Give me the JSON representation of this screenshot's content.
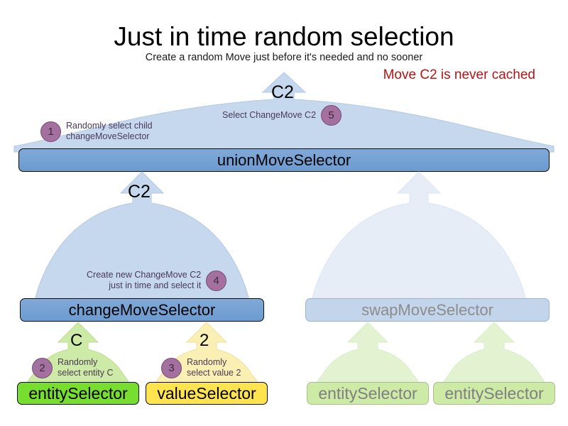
{
  "header": {
    "title": "Just in time random selection",
    "subtitle": "Create a random Move just before it's needed and no sooner",
    "note": "Move C2 is never cached",
    "note_color": "#b61414"
  },
  "colors": {
    "active_box": "#6c9bd0",
    "faded_box": "#c3d5ea",
    "funnel_active": "#c6d8ee",
    "funnel_faded": "#e6edf7",
    "leaf_green": "#77dd2e",
    "leaf_yellow": "#ffe34f",
    "funnel_green": "#cdeaa6",
    "funnel_yellow": "#fbf0b4",
    "leaf_faded": "#cdeaa6",
    "badge": "#a3709f",
    "annotation_text": "#4a3a57"
  },
  "nodes": {
    "union": {
      "label": "unionMoveSelector",
      "state": "active"
    },
    "change": {
      "label": "changeMoveSelector",
      "state": "active"
    },
    "swap": {
      "label": "swapMoveSelector",
      "state": "faded"
    },
    "entity_active": {
      "label": "entitySelector",
      "state": "active"
    },
    "value_active": {
      "label": "valueSelector",
      "state": "active"
    },
    "entity_faded_1": {
      "label": "entitySelector",
      "state": "faded"
    },
    "entity_faded_2": {
      "label": "entitySelector",
      "state": "faded"
    }
  },
  "flow_labels": {
    "union_out": "C2",
    "change_out": "C2",
    "entity_out": "C",
    "value_out": "2"
  },
  "steps": [
    {
      "number": "1",
      "text": "Randomly select child\nchangeMoveSelector"
    },
    {
      "number": "2",
      "text": "Randomly\nselect entity C"
    },
    {
      "number": "3",
      "text": "Randomly\nselect value 2"
    },
    {
      "number": "4",
      "text": "Create new ChangeMove C2\njust in time and select it"
    },
    {
      "number": "5",
      "text": "Select ChangeMove C2"
    }
  ]
}
